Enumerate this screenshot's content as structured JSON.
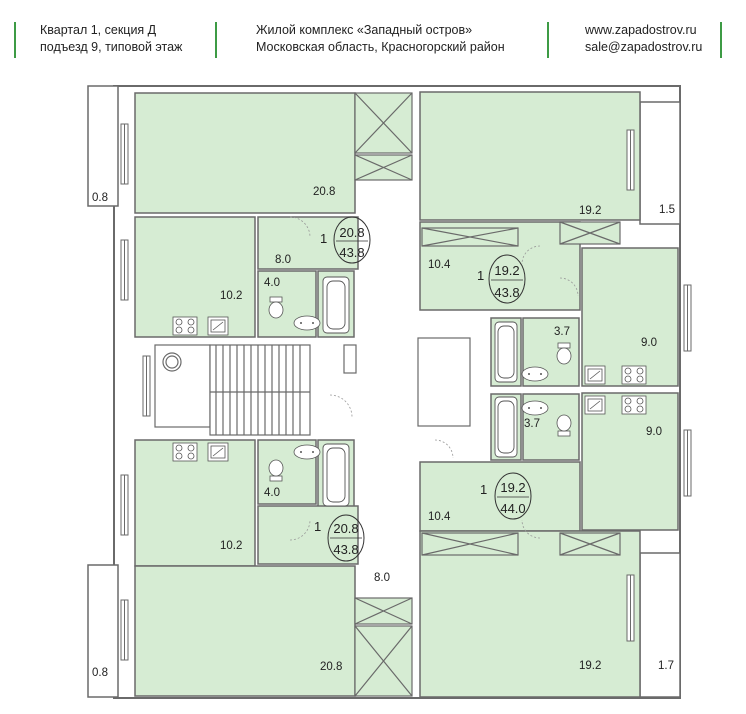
{
  "header": {
    "left": [
      "Квартал 1, секция Д",
      "подъезд 9, типовой этаж"
    ],
    "center": [
      "Жилой комплекс «Западный остров»",
      "Московская область, Красногорский район"
    ],
    "right": [
      "www.zapadostrov.ru",
      "sale@zapadostrov.ru"
    ]
  },
  "colors": {
    "room": "#d6ecd3",
    "wall": "#6a6a6a",
    "accent": "#3d9b45"
  },
  "apartments": [
    {
      "id": "nw",
      "rooms": "1",
      "living": "20.8",
      "total": "43.8"
    },
    {
      "id": "ne",
      "rooms": "1",
      "living": "19.2",
      "total": "43.8"
    },
    {
      "id": "sw",
      "rooms": "1",
      "living": "20.8",
      "total": "43.8"
    },
    {
      "id": "se",
      "rooms": "1",
      "living": "19.2",
      "total": "44.0"
    }
  ],
  "areas": {
    "nw_balcony": "0.8",
    "nw_room": "20.8",
    "nw_hall": "8.0",
    "nw_kitchen": "10.2",
    "nw_bath": "4.0",
    "ne_room": "19.2",
    "ne_balcony": "1.5",
    "ne_hall": "10.4",
    "ne_bath": "3.7",
    "ne_kitchen": "9.0",
    "se_bath": "3.7",
    "se_kitchen": "9.0",
    "se_hall": "10.4",
    "se_room": "19.2",
    "se_balcony": "1.7",
    "sw_bath": "4.0",
    "sw_kitchen": "10.2",
    "sw_hall": "8.0",
    "sw_balcony": "0.8",
    "sw_room": "20.8"
  }
}
